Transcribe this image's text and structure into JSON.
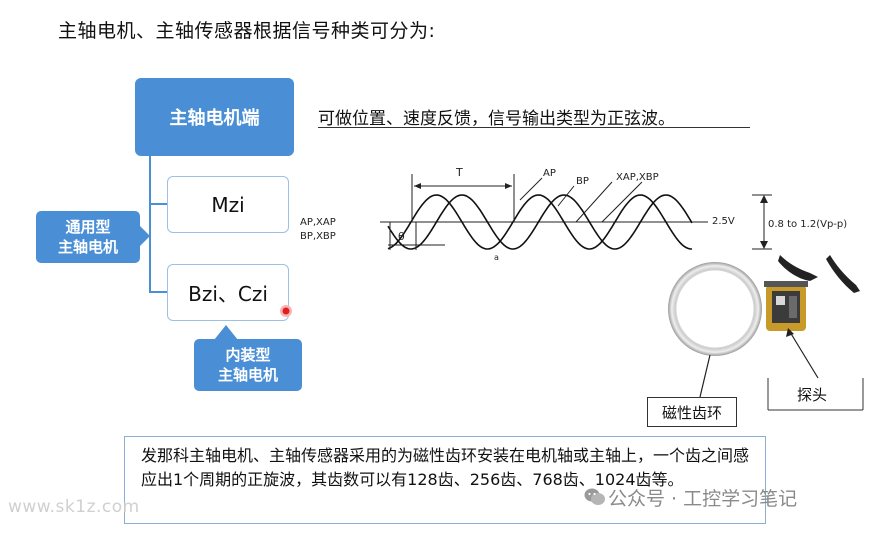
{
  "title": "主轴电机、主轴传感器根据信号种类可分为:",
  "tree": {
    "root": "主轴电机端",
    "child_1": "Mzi",
    "child_2": "Bzi、Czi"
  },
  "callouts": {
    "general_line1": "通用型",
    "general_line2": "主轴电机",
    "builtin_line1": "内装型",
    "builtin_line2": "主轴电机"
  },
  "description": "可做位置、速度反馈，信号输出类型为正弦波。",
  "signal": {
    "period_label": "T",
    "phase_label": "θ",
    "ap": "AP",
    "bp": "BP",
    "xap_xbp": "XAP,XBP",
    "left_line1": "AP,XAP",
    "left_line2": "BP,XBP",
    "offset": "2.5V",
    "amplitude": "0.8 to 1.2(Vp-p)",
    "a_label": "a"
  },
  "photo": {
    "ring_label": "磁性齿环",
    "probe_label": "探头"
  },
  "bottom_text": "发那科主轴电机、主轴传感器采用的为磁性齿环安装在电机轴或主轴上，一个齿之间感应出1个周期的正旋波，其齿数可以有128齿、256齿、768齿、1024齿等。",
  "watermarks": {
    "left": "www.sk1z.com",
    "right": "公众号 · 工控学习笔记"
  },
  "colors": {
    "accent": "#4a8fd6",
    "box_border": "#9ec0e4",
    "marker_red": "#e02020"
  }
}
